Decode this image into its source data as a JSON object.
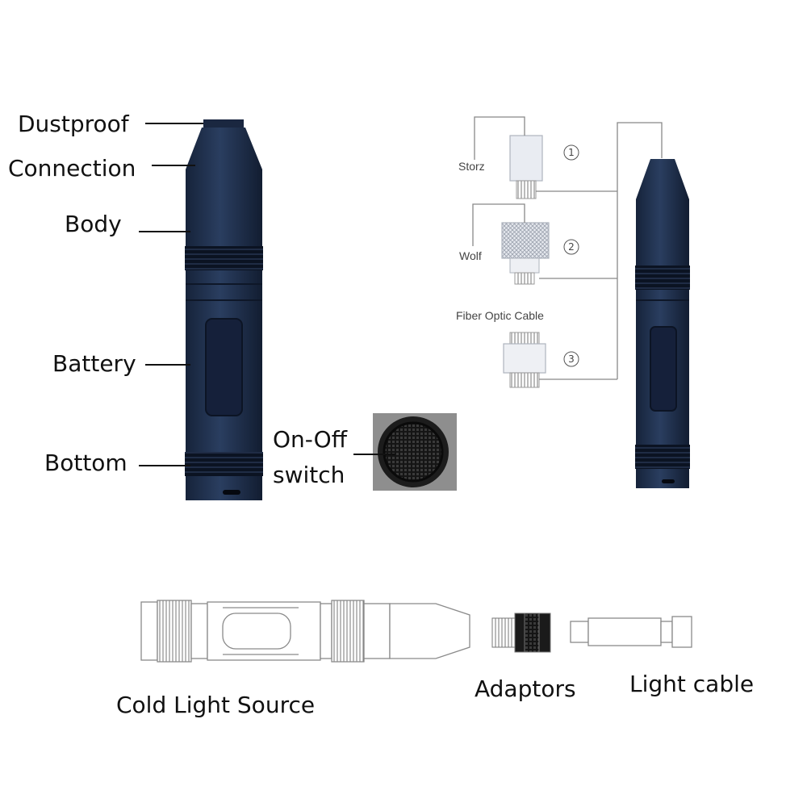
{
  "figure1": {
    "labels": {
      "dustproof": "Dustproof",
      "connection": "Connection",
      "body": "Body",
      "battery": "Battery",
      "bottom": "Bottom"
    },
    "switch": {
      "line1": "On-Off",
      "line2": "switch"
    }
  },
  "figure2": {
    "adaptors": [
      {
        "name": "Storz",
        "number": "1"
      },
      {
        "name": "Wolf",
        "number": "2"
      },
      {
        "name": "Fiber Optic Cable",
        "number": "3"
      }
    ]
  },
  "figure3": {
    "labels": {
      "cold_light_source": "Cold Light Source",
      "adaptors": "Adaptors",
      "light_cable": "Light cable"
    }
  },
  "colors": {
    "body_navy": "#1e2f4b",
    "body_dark": "#0f1a2c",
    "knurl": "#0a1220",
    "outline": "#9a9a9a"
  }
}
